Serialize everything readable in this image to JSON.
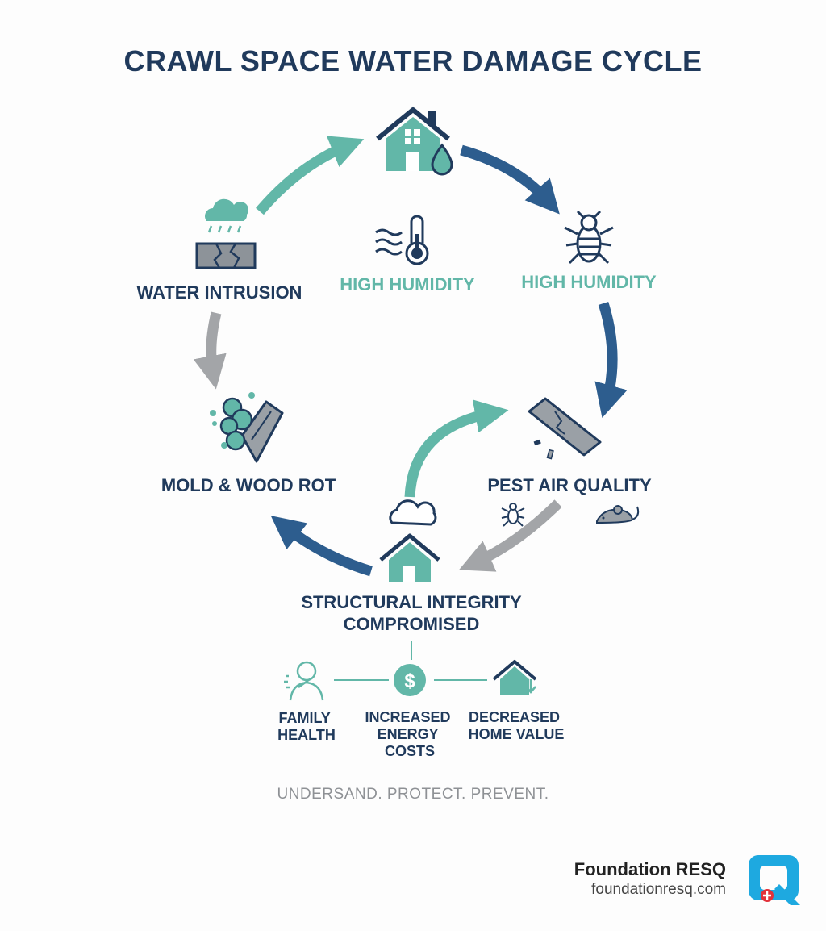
{
  "title": "CRAWL SPACE WATER DAMAGE CYCLE",
  "colors": {
    "navy": "#203a5c",
    "teal": "#62b7a8",
    "blue": "#2d5d8e",
    "gray": "#a3a5a8",
    "brand_blue": "#1ea9e0",
    "brand_red": "#e2323a"
  },
  "nodes": {
    "top": {
      "icon": "house-water-drop-icon"
    },
    "humidity_center": {
      "label": "HIGH HUMIDITY",
      "icon": "thermometer-wave-icon"
    },
    "humidity_right": {
      "label": "HIGH HUMIDITY",
      "icon": "termite-icon"
    },
    "water_intrusion": {
      "label": "WATER INTRUSION",
      "icon": "rain-cracked-foundation-icon"
    },
    "mold": {
      "label": "MOLD & WOOD ROT",
      "icon": "mold-wood-icon"
    },
    "pest_air": {
      "label": "PEST AIR QUALITY",
      "icon": "cracked-beam-icon",
      "sub_icons": [
        "bug-icon",
        "mouse-icon"
      ]
    },
    "structural": {
      "line1": "STRUCTURAL INTEGRITY",
      "line2": "COMPROMISED",
      "icon": "house-cloud-icon"
    }
  },
  "impacts": [
    {
      "lines": [
        "FAMILY",
        "HEALTH"
      ],
      "icon": "person-coughing-icon"
    },
    {
      "lines": [
        "INCREASED",
        "ENERGY",
        "COSTS"
      ],
      "icon": "dollar-icon"
    },
    {
      "lines": [
        "DECREASED",
        "HOME VALUE"
      ],
      "icon": "house-down-arrow-icon"
    }
  ],
  "tagline": "UNDERSAND. PROTECT. PREVENT.",
  "brand": {
    "name": "Foundation RESQ",
    "url": "foundationresq.com",
    "logo_icon": "resq-logo-icon"
  }
}
